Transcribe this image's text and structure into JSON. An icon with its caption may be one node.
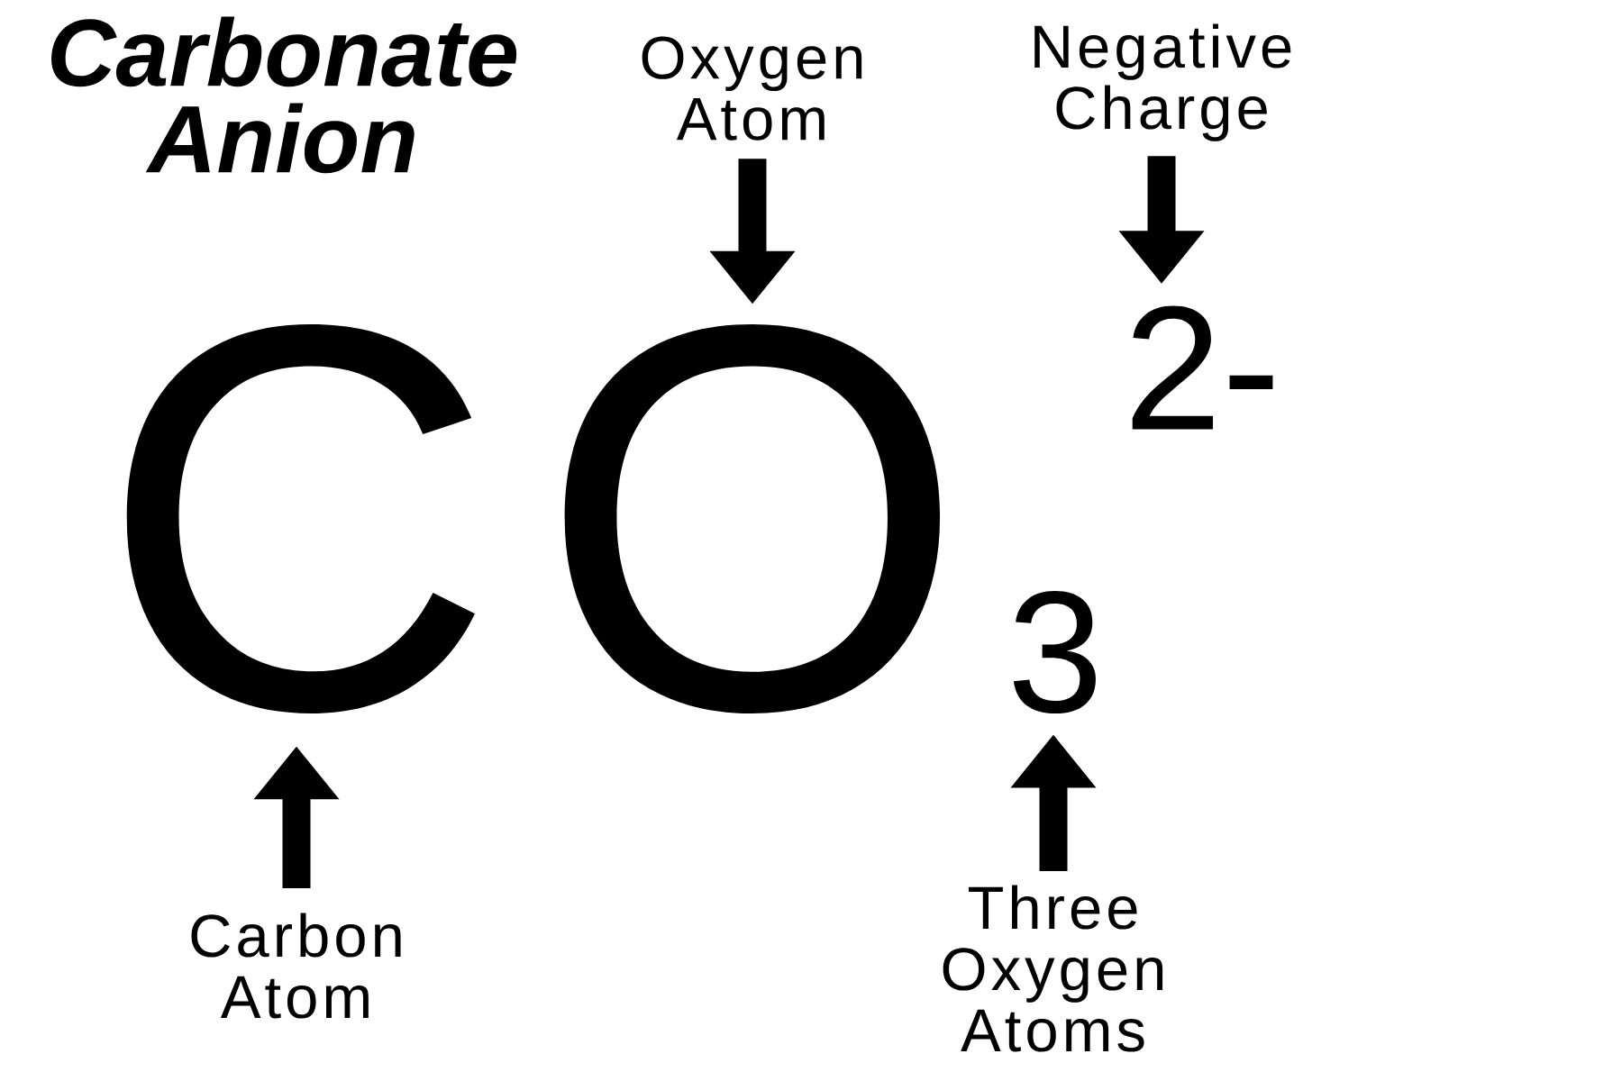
{
  "diagram": {
    "title": "Carbonate Anion",
    "nodes": [
      {
        "text": [
          "Oxygen Atom"
        ]
      },
      {
        "text": [
          "Negative Charge"
        ]
      },
      {
        "text": [
          "C"
        ]
      },
      {
        "text": [
          "O"
        ]
      },
      {
        "text": [
          "2-"
        ]
      },
      {
        "text": [
          "3"
        ]
      },
      {
        "text": [
          "Carbon Atom"
        ]
      },
      {
        "text": [
          "Three Oxygen Atoms"
        ]
      }
    ],
    "edges": [
      {
        "from": 0,
        "to": 3,
        "arrow": "to"
      },
      {
        "from": 1,
        "to": 4,
        "arrow": "to"
      },
      {
        "from": 6,
        "to": 2,
        "arrow": "to"
      },
      {
        "from": 7,
        "to": 5,
        "arrow": "to"
      }
    ]
  }
}
